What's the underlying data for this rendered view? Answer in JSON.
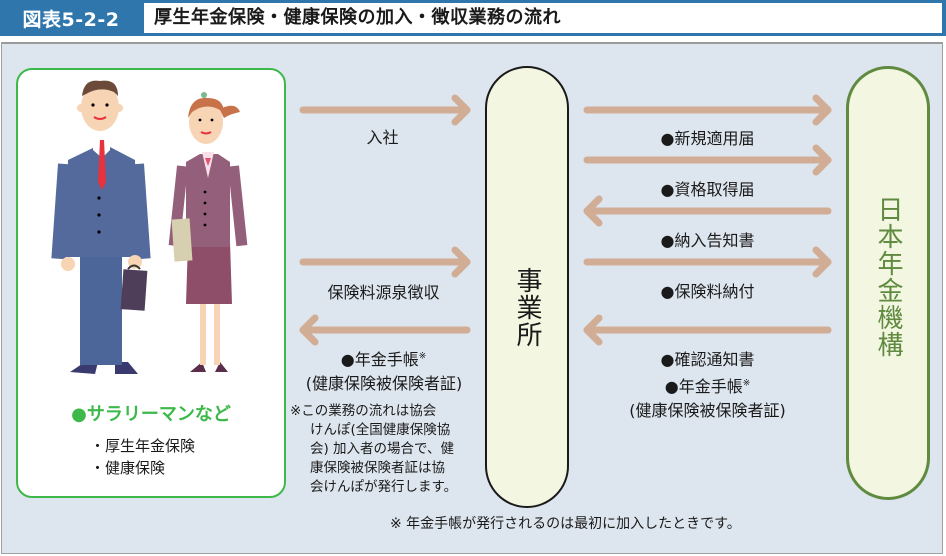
{
  "header": {
    "figure_number": "図表5-2-2",
    "title": "厚生年金保険・健康保険の加入・徴収業務の流れ"
  },
  "colors": {
    "header_blue": "#2f76ad",
    "panel_bg": "#dde6ee",
    "person_box_border": "#3cb94a",
    "arrow": "#d2ad95",
    "pill_fill": "#f3f7e2",
    "office_border": "#1a1a1a",
    "nenkin_green": "#5f8a3f"
  },
  "employee": {
    "label": "●サラリーマンなど",
    "items": [
      "・厚生年金保険",
      "・健康保険"
    ],
    "illustration": [
      "man-in-blue-suit-with-briefcase",
      "woman-in-purple-suit-with-folder"
    ]
  },
  "office": {
    "label": "事業所"
  },
  "nenkin": {
    "label": "日本年金機構"
  },
  "left_flows": [
    {
      "direction": "right",
      "label": "入社"
    },
    {
      "direction": "right",
      "label": "保険料源泉徴収"
    },
    {
      "direction": "left",
      "label": "●年金手帳",
      "mark": "※",
      "sub": "(健康保険被保険者証)"
    }
  ],
  "right_flows": [
    {
      "direction": "right",
      "label": "●新規適用届"
    },
    {
      "direction": "right",
      "label": "●資格取得届"
    },
    {
      "direction": "left",
      "label": "●納入告知書"
    },
    {
      "direction": "right",
      "label": "●保険料納付"
    },
    {
      "direction": "left",
      "label": "●確認通知書",
      "label2": "●年金手帳",
      "mark": "※",
      "sub": "(健康保険被保険者証)"
    }
  ],
  "notes": {
    "left": [
      "※この業務の流れは協会",
      "けんぽ(全国健康保険協",
      "会) 加入者の場合で、健",
      "康保険被保険者証は協",
      "会けんぽが発行します。"
    ],
    "bottom": "※ 年金手帳が発行されるのは最初に加入したときです。"
  }
}
